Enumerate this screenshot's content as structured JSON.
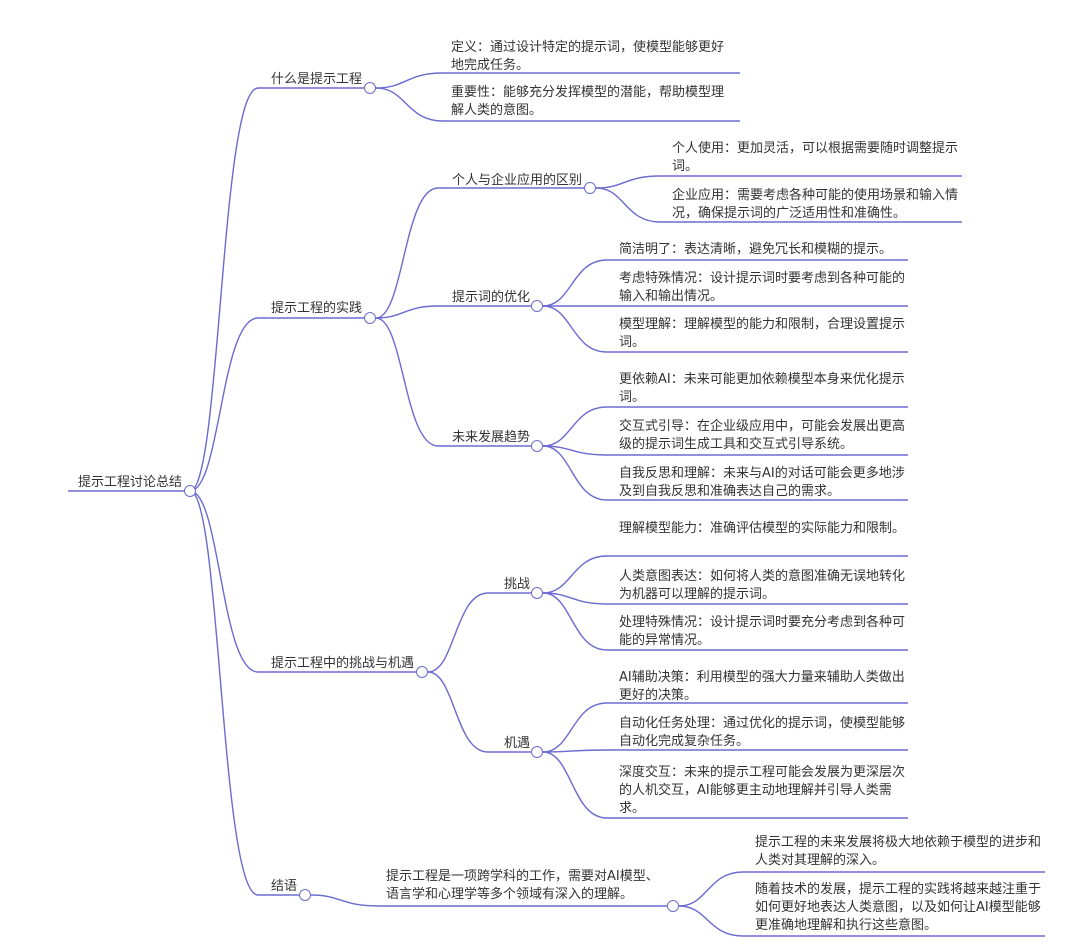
{
  "colors": {
    "line": "#6b6bd0",
    "text": "#333333",
    "background": "#ffffff"
  },
  "mindmap": {
    "root": "提示工程讨论总结",
    "branches": [
      {
        "label": "什么是提示工程",
        "items": [
          "定义：通过设计特定的提示词，使模型能够更好地完成任务。",
          "重要性：能够充分发挥模型的潜能，帮助模型理解人类的意图。"
        ]
      },
      {
        "label": "提示工程的实践",
        "children": [
          {
            "label": "个人与企业应用的区别",
            "items": [
              "个人使用：更加灵活，可以根据需要随时调整提示词。",
              "企业应用：需要考虑各种可能的使用场景和输入情况，确保提示词的广泛适用性和准确性。"
            ]
          },
          {
            "label": "提示词的优化",
            "items": [
              "简洁明了：表达清晰，避免冗长和模糊的提示。",
              "考虑特殊情况：设计提示词时要考虑到各种可能的输入和输出情况。",
              "模型理解：理解模型的能力和限制，合理设置提示词。"
            ]
          },
          {
            "label": "未来发展趋势",
            "items": [
              "更依赖AI：未来可能更加依赖模型本身来优化提示词。",
              "交互式引导：在企业级应用中，可能会发展出更高级的提示词生成工具和交互式引导系统。",
              "自我反思和理解：未来与AI的对话可能会更多地涉及到自我反思和准确表达自己的需求。"
            ]
          }
        ]
      },
      {
        "label": "提示工程中的挑战与机遇",
        "children": [
          {
            "label": "挑战",
            "items": [
              "理解模型能力：准确评估模型的实际能力和限制。",
              "人类意图表达：如何将人类的意图准确无误地转化为机器可以理解的提示词。",
              "处理特殊情况：设计提示词时要充分考虑到各种可能的异常情况。"
            ]
          },
          {
            "label": "机遇",
            "items": [
              "AI辅助决策：利用模型的强大力量来辅助人类做出更好的决策。",
              "自动化任务处理：通过优化的提示词，使模型能够自动化完成复杂任务。",
              "深度交互：未来的提示工程可能会发展为更深层次的人机交互，AI能够更主动地理解并引导人类需求。"
            ]
          }
        ]
      },
      {
        "label": "结语",
        "summary": "提示工程是一项跨学科的工作，需要对AI模型、语言学和心理学等多个领域有深入的理解。",
        "items": [
          "提示工程的未来发展将极大地依赖于模型的进步和人类对其理解的深入。",
          "随着技术的发展，提示工程的实践将越来越注重于如何更好地表达人类意图，以及如何让AI模型能够更准确地理解和执行这些意图。"
        ]
      }
    ]
  }
}
